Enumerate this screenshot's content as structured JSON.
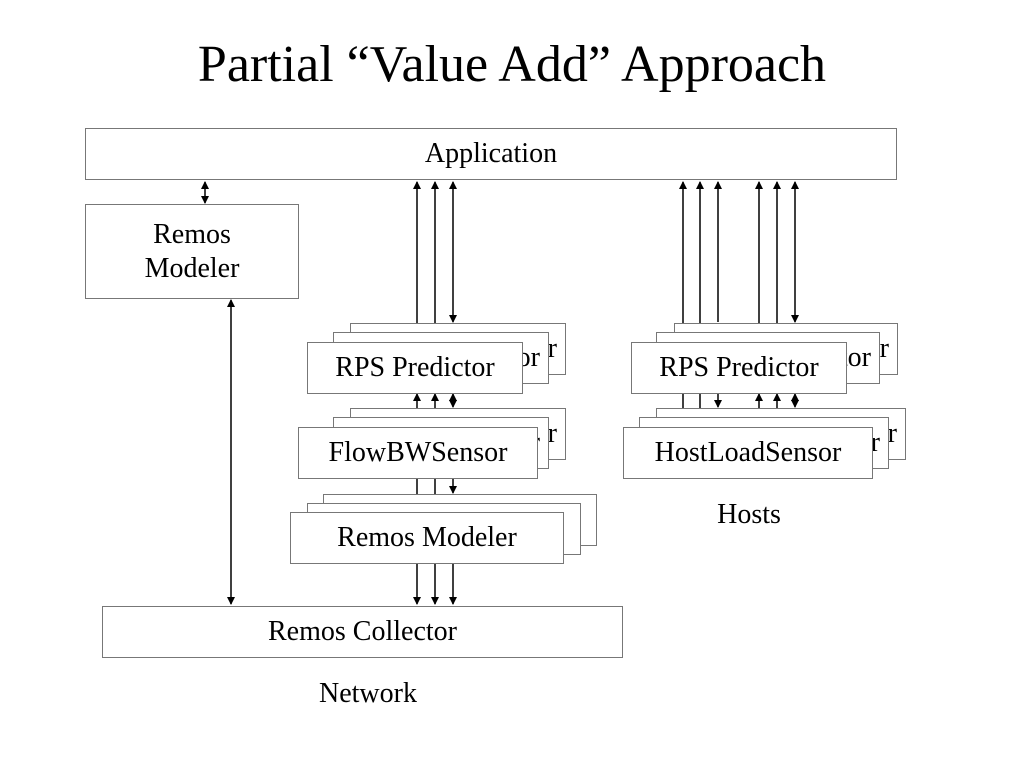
{
  "title": "Partial “Value Add” Approach",
  "application": "Application",
  "remos_modeler_left": "Remos\nModeler",
  "network_stack": {
    "predictor": "RPS Predictor",
    "sensor": "FlowBWSensor",
    "modeler": "Remos Modeler"
  },
  "host_stack": {
    "predictor": "RPS Predictor",
    "sensor": "HostLoadSensor"
  },
  "remos_collector": "Remos Collector",
  "network_label": "Network",
  "hosts_label": "Hosts"
}
